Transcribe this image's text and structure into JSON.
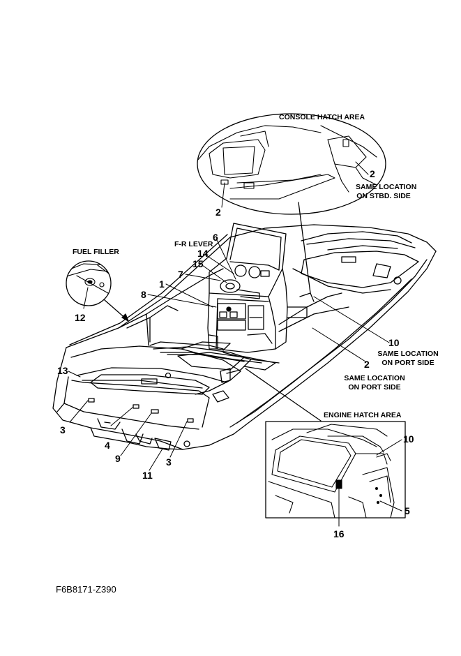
{
  "labels": {
    "console_hatch_area": "CONSOLE HATCH AREA",
    "fuel_filler": "FUEL FILLER",
    "fr_lever": "F-R LEVER",
    "engine_hatch_area": "ENGINE HATCH AREA",
    "same_location_stbd_1": "SAME LOCATION",
    "same_location_stbd_2": "ON STBD. SIDE",
    "same_location_port_a1": "SAME LOCATION",
    "same_location_port_a2": "ON PORT SIDE",
    "same_location_port_b1": "SAME LOCATION",
    "same_location_port_b2": "ON PORT SIDE",
    "figure_code": "F6B8171-Z390"
  },
  "callouts": {
    "c1": "1",
    "c2_console_right": "2",
    "c2_console_left": "2",
    "c2_main": "2",
    "c3_left": "3",
    "c3_right": "3",
    "c4": "4",
    "c5": "5",
    "c6": "6",
    "c7": "7",
    "c8": "8",
    "c9": "9",
    "c10_main": "10",
    "c10_engine": "10",
    "c11": "11",
    "c12": "12",
    "c13": "13",
    "c14": "14",
    "c15": "15",
    "c16": "16"
  }
}
